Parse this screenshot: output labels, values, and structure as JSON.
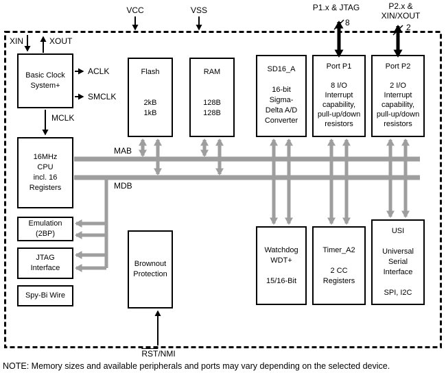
{
  "diagram": {
    "pins": {
      "vcc": "VCC",
      "vss": "VSS",
      "p1_bus": {
        "label": "P1.x & JTAG",
        "width": "8"
      },
      "p2_bus": {
        "label_line1": "P2.x &",
        "label_line2": "XIN/XOUT",
        "width": "2"
      },
      "xin": "XIN",
      "xout": "XOUT",
      "rst": {
        "rst": "RST",
        "nmi": "/NMI"
      }
    },
    "clocks": {
      "aclk": "ACLK",
      "smclk": "SMCLK",
      "mclk": "MCLK"
    },
    "buses": {
      "mab": "MAB",
      "mdb": "MDB"
    },
    "blocks": {
      "basic_clock": {
        "lines": [
          "Basic Clock",
          "System+"
        ]
      },
      "cpu": {
        "lines": [
          "16MHz",
          "CPU",
          "incl. 16",
          "Registers"
        ]
      },
      "emulation": {
        "lines": [
          "Emulation",
          "(2BP)"
        ]
      },
      "jtag": {
        "lines": [
          "JTAG",
          "Interface"
        ]
      },
      "spy_bi_wire": {
        "lines": [
          "Spy-Bi Wire"
        ]
      },
      "flash": {
        "lines": [
          "Flash",
          "",
          "",
          "2kB",
          "1kB"
        ]
      },
      "ram": {
        "lines": [
          "RAM",
          "",
          "",
          "128B",
          "128B"
        ]
      },
      "sd16": {
        "lines": [
          "SD16_A",
          "",
          "16-bit",
          "Sigma-",
          "Delta A/D",
          "Converter"
        ]
      },
      "port_p1": {
        "lines": [
          "Port P1",
          "",
          "8 I/O",
          "Interrupt",
          "capability,",
          "pull-up/down",
          "resistors"
        ]
      },
      "port_p2": {
        "lines": [
          "Port P2",
          "",
          "2 I/O",
          "Interrupt",
          "capability,",
          "pull-up/down",
          "resistors"
        ]
      },
      "brownout": {
        "lines": [
          "Brownout",
          "Protection"
        ]
      },
      "watchdog": {
        "lines": [
          "Watchdog",
          "WDT+",
          "",
          "15/16-Bit"
        ]
      },
      "timer": {
        "lines": [
          "Timer_A2",
          "",
          "2 CC",
          "Registers"
        ]
      },
      "usi": {
        "lines": [
          "USI",
          "",
          "Universal",
          "Serial",
          "Interface",
          "",
          "SPI, I2C"
        ]
      }
    },
    "note": "NOTE: Memory sizes and available peripherals and ports may vary depending on the selected device."
  }
}
